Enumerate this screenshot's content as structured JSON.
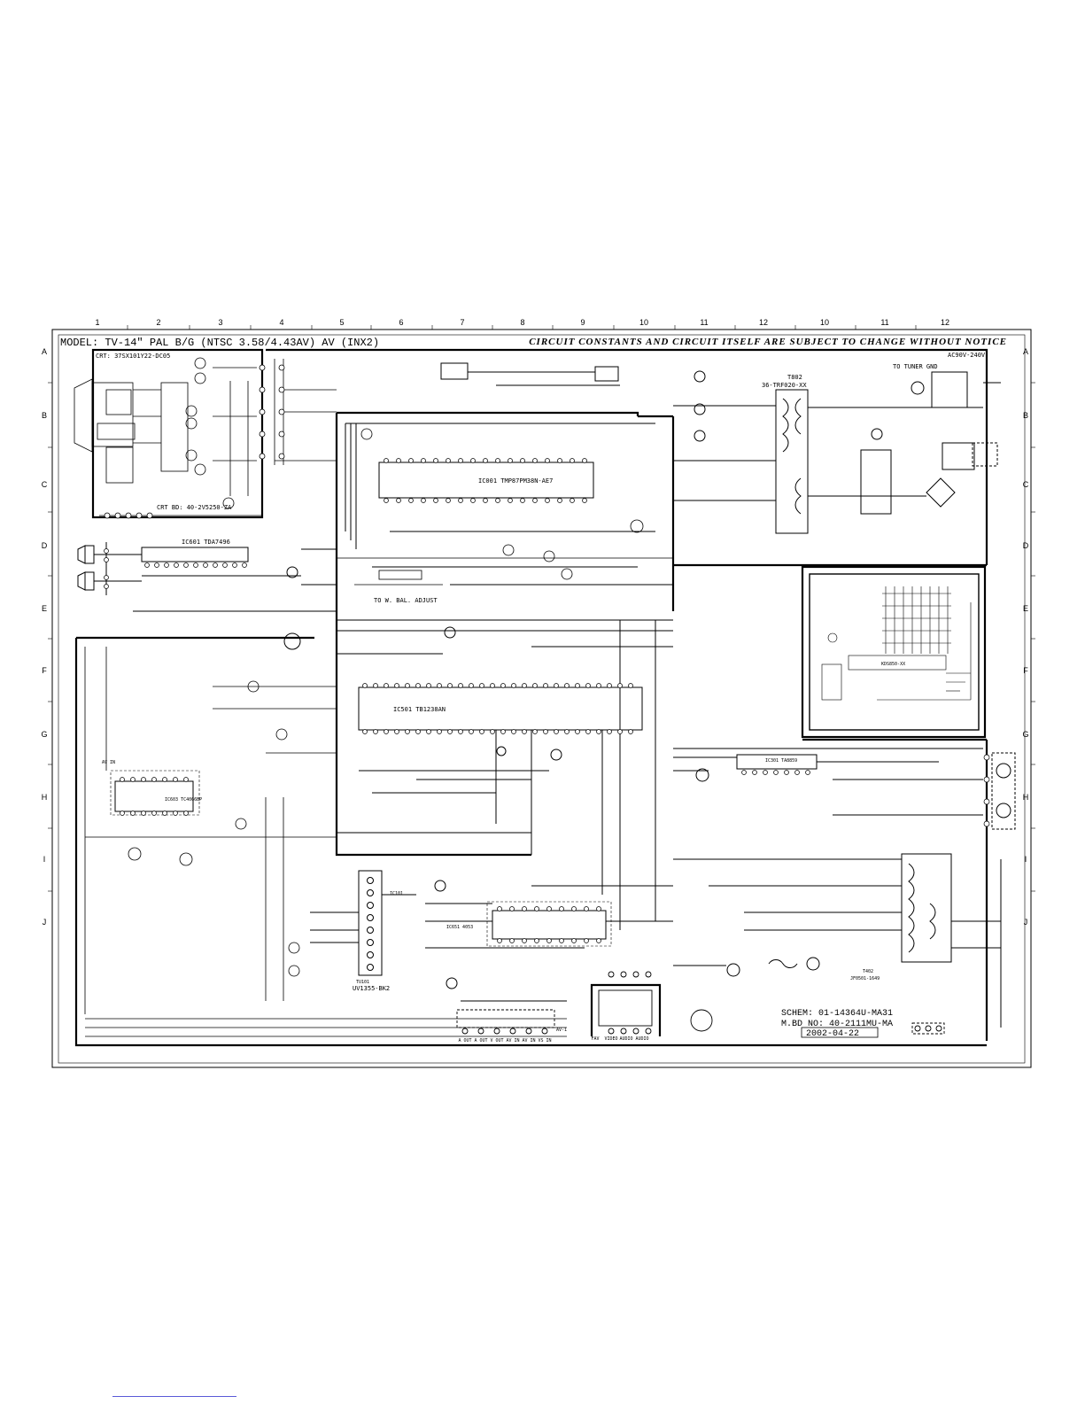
{
  "header": {
    "model_line": "MODEL: TV-14\" PAL B/G (NTSC 3.58/4.43AV) AV (INX2)",
    "notice": "CIRCUIT CONSTANTS AND CIRCUIT ITSELF ARE SUBJECT TO CHANGE WITHOUT NOTICE"
  },
  "grid": {
    "columns": [
      "1",
      "2",
      "3",
      "4",
      "5",
      "6",
      "7",
      "8",
      "9",
      "10",
      "11",
      "12",
      "10",
      "11",
      "12"
    ],
    "rows": [
      "A",
      "B",
      "C",
      "D",
      "E",
      "F",
      "G",
      "H",
      "I",
      "J"
    ]
  },
  "crt_board": {
    "crt_label": "CRT: 37SX101Y22-DC05",
    "board_label": "CRT BD: 40-2V5250-ZA"
  },
  "components": {
    "ic_audio": "IC601 TDA7496",
    "ic_micro": "IC001 TMP87PM38N-AE7",
    "ic_main": "IC501 TB1238AN",
    "ic_sound": "IC603 TC4066BP",
    "ic_vert": "IC301 TA8859",
    "ic_tuner_reg": "IC101",
    "ic_av": "IC651 4053",
    "tuner": "TU101",
    "tuner_part": "UV1355-BK2",
    "keyboard_ic": "KDS850-XX",
    "transformer_power": "T802",
    "transformer_power_part": "36-TRF020-XX",
    "transformer_fbt": "T402",
    "transformer_fbt_part": "JF0501-1649",
    "tuner_gnd": "TO TUNER GND",
    "ac_input": "AC90V-240V",
    "white_bal": "TO W. BAL. ADJUST",
    "av_in_label": "AV IN",
    "av_out_label": "AV-1"
  },
  "jack_labels": [
    "A OUT",
    "A OUT",
    "V OUT",
    "AV IN",
    "AV IN",
    "VS IN"
  ],
  "jack_labels_front": [
    "FAV",
    "VIDEO",
    "AUDIO",
    "AUDIO"
  ],
  "schem": {
    "schem_no": "SCHEM: 01-14364U-MA31",
    "mbd_no": "M.BD NO: 40-2111MU-MA",
    "date": "2002-04-22"
  },
  "colors": {
    "ink": "#000000",
    "paper": "#ffffff",
    "link": "#5a5ad8"
  }
}
